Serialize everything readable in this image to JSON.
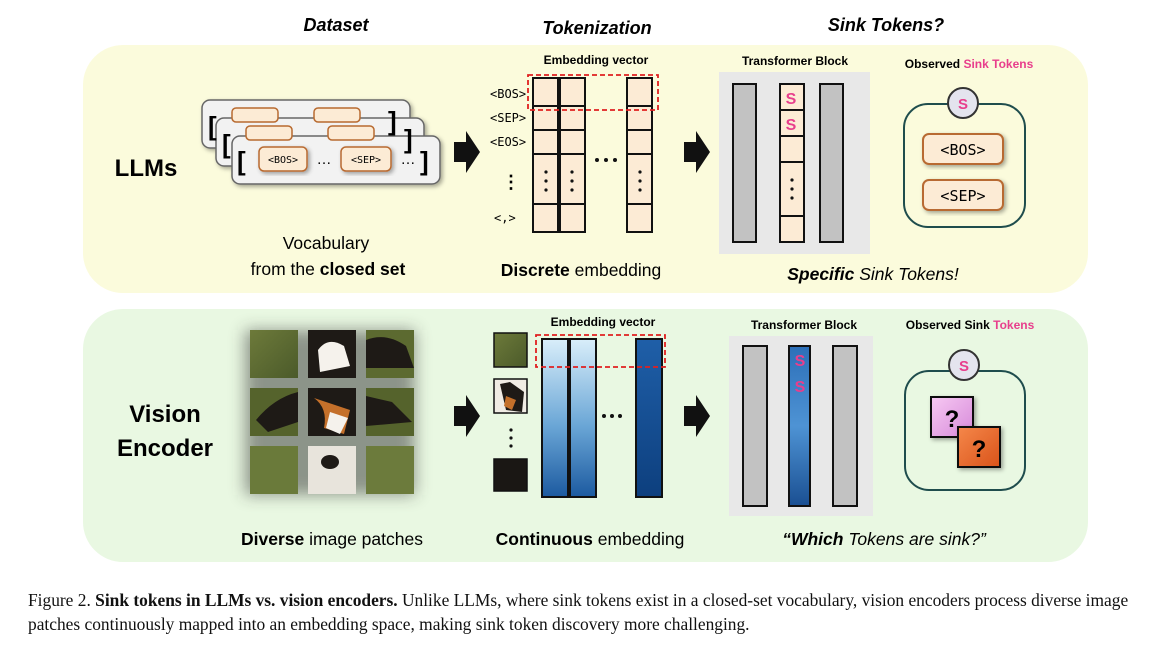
{
  "headers": {
    "dataset": "Dataset",
    "tokenization": "Tokenization",
    "sink_tokens": "Sink Tokens?"
  },
  "llm": {
    "row_label": "LLMs",
    "cards": {
      "bos": "<BOS>",
      "sep": "<SEP>",
      "dots": "…",
      "open_bracket": "[",
      "close_bracket": "]"
    },
    "vocab_line1": "Vocabulary",
    "vocab_line2_prefix": "from the ",
    "vocab_line2_bold": "closed set",
    "embedding_vector": "Embedding vector",
    "tokens": [
      "<BOS>",
      "<SEP>",
      "<EOS>",
      "⋮",
      "<,>"
    ],
    "embed_bold": "Discrete",
    "embed_rest": " embedding",
    "transformer_block": "Transformer Block",
    "sink_letter": "S",
    "observed_prefix": "Observed ",
    "observed_pink": "Sink Tokens",
    "observed_items": [
      "<BOS>",
      "<SEP>"
    ],
    "conclusion_bold": "Specific",
    "conclusion_rest": " Sink Tokens!"
  },
  "vision": {
    "row_label_line1": "Vision",
    "row_label_line2": "Encoder",
    "patches_bold": "Diverse",
    "patches_rest": " image patches",
    "embedding_vector": "Embedding vector",
    "embed_bold": "Continuous",
    "embed_rest": " embedding",
    "transformer_block": "Transformer Block",
    "sink_letter": "S",
    "observed_prefix": "Observed Sink ",
    "observed_pink": "Tokens",
    "question": "?",
    "conclusion_open": "“",
    "conclusion_bold": "Which",
    "conclusion_rest": " Tokens are sink?”"
  },
  "caption": {
    "figure_num": "Figure 2. ",
    "title": "Sink tokens in LLMs vs. vision encoders.",
    "body": " Unlike LLMs, where sink tokens exist in a closed-set vocabulary, vision encoders process diverse image patches continuously mapped into an embedding space, making sink token discovery more challenging."
  },
  "colors": {
    "llm_panel": "#fbfbdc",
    "vision_panel": "#e9f8e2",
    "sink_pink": "#e83e8c",
    "token_fill": "#fcebd5",
    "dashed_red": "#e02020"
  }
}
